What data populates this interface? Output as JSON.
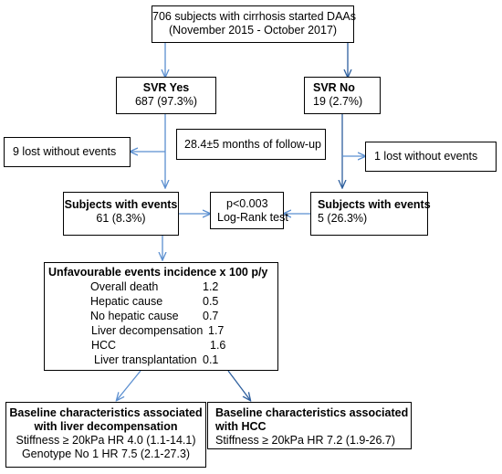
{
  "colors": {
    "arrow_blue": "#5b8fd0",
    "arrow_dark": "#2e5f9e",
    "border": "#000000"
  },
  "start": {
    "line1": "706 subjects with cirrhosis started DAAs",
    "line2": "(November 2015 - October 2017)"
  },
  "svr_yes": {
    "title": "SVR Yes",
    "value": "687 (97.3%)"
  },
  "svr_no": {
    "title": "SVR No",
    "value": "19 (2.7%)"
  },
  "lost_left": "9 lost without events",
  "followup": "28.4±5 months of follow-up",
  "lost_right": "1 lost without events",
  "events_left": {
    "title": "Subjects with events",
    "value": "61 (8.3%)"
  },
  "logrank": {
    "line1": "p<0.003",
    "line2": "Log-Rank test"
  },
  "events_right": {
    "title": "Subjects with events",
    "value": "5 (26.3%)"
  },
  "incidence": {
    "title": "Unfavourable events incidence x 100 p/y",
    "rows": [
      {
        "label": "Overall death",
        "value": "1.2"
      },
      {
        "label": "Hepatic cause",
        "value": "0.5"
      },
      {
        "label": "No hepatic cause",
        "value": "0.7"
      },
      {
        "label": "Liver decompensation",
        "value": "1.7"
      },
      {
        "label": "HCC",
        "value": "1.6"
      },
      {
        "label": "Liver transplantation",
        "value": "0.1"
      }
    ]
  },
  "baseline_decomp": {
    "title1": "Baseline characteristics associated",
    "title2": "with liver decompensation",
    "line1": "Stiffness ≥ 20kPa HR 4.0 (1.1-14.1)",
    "line2": "Genotype No 1 HR 7.5 (2.1-27.3)"
  },
  "baseline_hcc": {
    "title1": "Baseline characteristics associated",
    "title2": "with HCC",
    "line1": "Stiffness ≥ 20kPa HR 7.2 (1.9-26.7)"
  }
}
